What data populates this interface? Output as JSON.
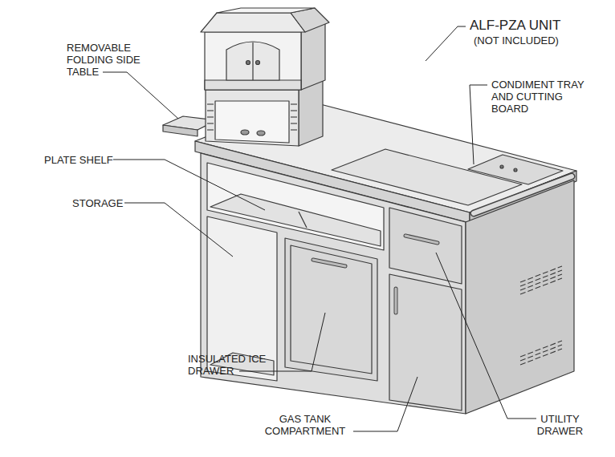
{
  "diagram": {
    "labels": [
      "REMOVABLE FOLDING SIDE TABLE",
      "ALF-PZA UNIT",
      "(NOT INCLUDED)",
      "CONDIMENT TRAY AND CUTTING BOARD",
      "PLATE SHELF",
      "STORAGE",
      "INSULATED ICE DRAWER",
      "GAS TANK COMPARTMENT",
      "UTILITY DRAWER"
    ]
  }
}
